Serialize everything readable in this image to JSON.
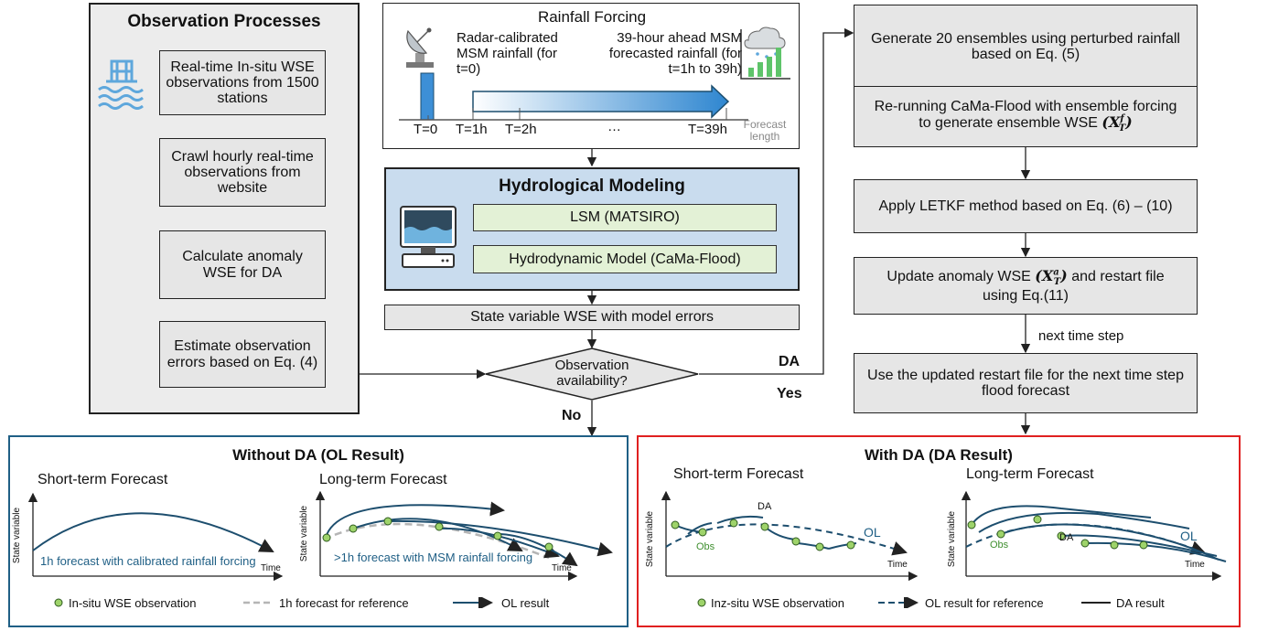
{
  "observation": {
    "title": "Observation Processes",
    "steps": [
      "Real-time In-situ WSE observations from 1500 stations",
      "Crawl hourly real-time observations from website",
      "Calculate anomaly WSE for DA",
      "Estimate observation errors based on Eq. (4)"
    ]
  },
  "rainfall": {
    "title": "Rainfall Forcing",
    "radar_text": "Radar-calibrated MSM rainfall (for t=0)",
    "msm_text": "39-hour ahead MSM forecasted rainfall (for t=1h to 39h)",
    "ticks": [
      "T=0",
      "T=1h",
      "T=2h",
      "…",
      "T=39h"
    ],
    "axis_label": "Forecast length"
  },
  "hydro": {
    "title": "Hydrological Modeling",
    "lsm": "LSM (MATSIRO)",
    "hydrodynamic": "Hydrodynamic Model (CaMa-Flood)"
  },
  "state_variable": "State variable WSE with model errors",
  "decision": {
    "question": "Observation availability?",
    "da_label": "DA",
    "yes_label": "Yes",
    "no_label": "No"
  },
  "da_steps": {
    "step1": "Generate 20 ensembles using perturbed rainfall based on Eq. (5)",
    "step2_line1": "Re-running CaMa-Flood with ensemble forcing",
    "step2_line2": "to generate ensemble WSE",
    "step2_symbol": "(X",
    "step2_sup": "f",
    "step2_sub": "T",
    "step3": "Apply LETKF method based on Eq. (6) – (10)",
    "step4_line1a": "Update anomaly WSE",
    "step4_symbol": "(X",
    "step4_sup": "a",
    "step4_sub": "T",
    "step4_line1b": "and restart file",
    "step4_line2": "using Eq.(11)",
    "next_label": "next time step",
    "step5": "Use the updated restart file for the next time step flood forecast"
  },
  "without_da": {
    "title": "Without DA (OL Result)",
    "short_title": "Short-term Forecast",
    "long_title": "Long-term Forecast",
    "short_note": "1h forecast with calibrated rainfall forcing",
    "long_note": ">1h forecast with MSM rainfall forcing",
    "ylabel": "State variable",
    "xlabel": "Time",
    "legend": [
      "In-situ WSE observation",
      "1h forecast for reference",
      "OL result"
    ]
  },
  "with_da": {
    "title": "With DA (DA Result)",
    "short_title": "Short-term Forecast",
    "long_title": "Long-term Forecast",
    "ylabel": "State variable",
    "xlabel": "Time",
    "obs_label": "Obs",
    "da_label": "DA",
    "ol_label": "OL",
    "legend": [
      "Inz-situ WSE observation",
      "OL result for reference",
      "DA result"
    ]
  },
  "colors": {
    "panel_blue_border": "#1f5f85",
    "panel_red_border": "#e02020",
    "hydro_fill": "#c9dcee",
    "curve": "#1d4e6e",
    "dot": "#9ed36a",
    "green_text": "#3f8f2f",
    "note_blue": "#1f5f85"
  }
}
